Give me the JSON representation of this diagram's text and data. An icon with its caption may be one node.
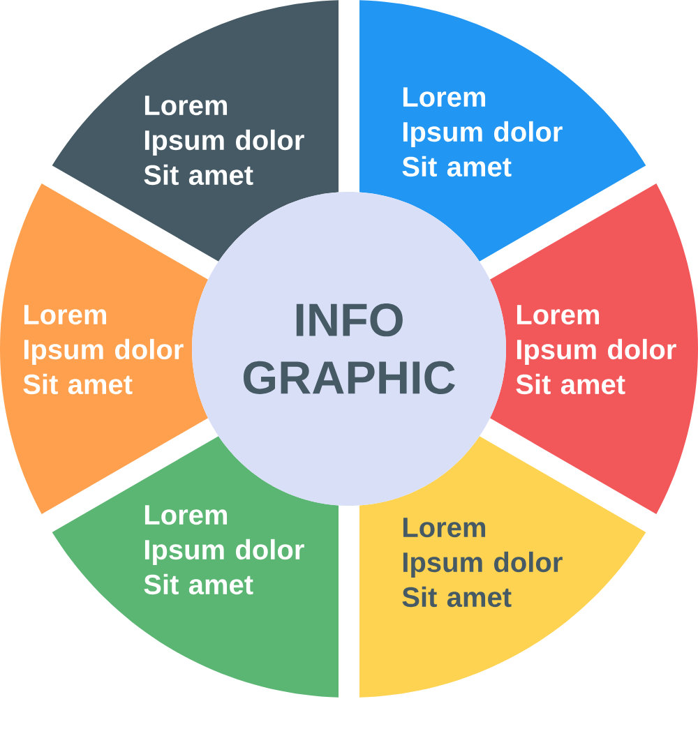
{
  "diagram": {
    "nodes": [
      {
        "text": [
          "Lorem Ipsum dolor Sit amet"
        ]
      },
      {
        "text": [
          "Lorem Ipsum dolor Sit amet"
        ]
      },
      {
        "text": [
          "Lorem Ipsum dolor Sit amet"
        ]
      },
      {
        "text": [
          "INFO GRAPHIC"
        ]
      },
      {
        "text": [
          "Lorem Ipsum dolor Sit amet"
        ]
      },
      {
        "text": [
          "Lorem Ipsum dolor Sit amet"
        ]
      },
      {
        "text": [
          "Lorem Ipsum dolor Sit amet"
        ]
      }
    ]
  }
}
